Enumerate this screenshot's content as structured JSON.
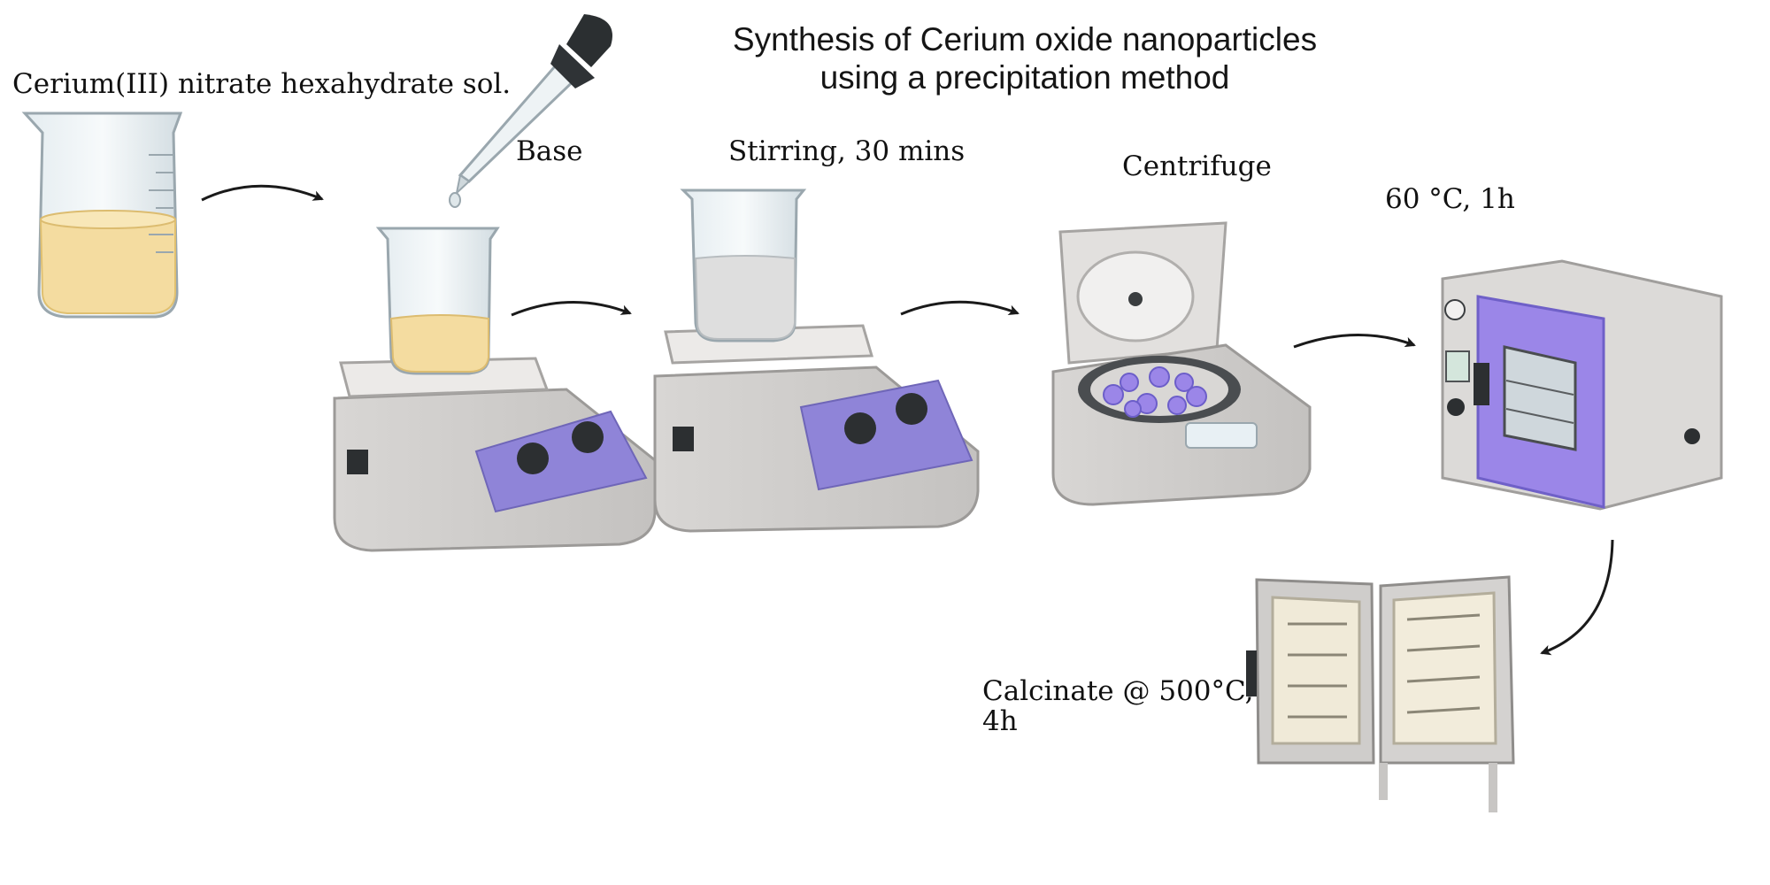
{
  "diagram": {
    "title_lines": [
      "Synthesis of Cerium oxide nanoparticles",
      "using a precipitation method"
    ],
    "steps": {
      "precursor": "Cerium(III) nitrate hexahydrate sol.",
      "base": "Base",
      "stirring": "Stirring, 30 mins",
      "centrifuge": "Centrifuge",
      "drying": "60 °C, 1h",
      "calcination_lines": [
        "Calcinate @ 500°C,",
        "4h"
      ]
    },
    "colors": {
      "solution_yellow": "#f4dca0",
      "stirrer_purple": "#8f84d8",
      "oven_door_purple": "#9b86e8",
      "device_gray": "#d6d4d2",
      "arrow": "#1a1a1a"
    }
  }
}
